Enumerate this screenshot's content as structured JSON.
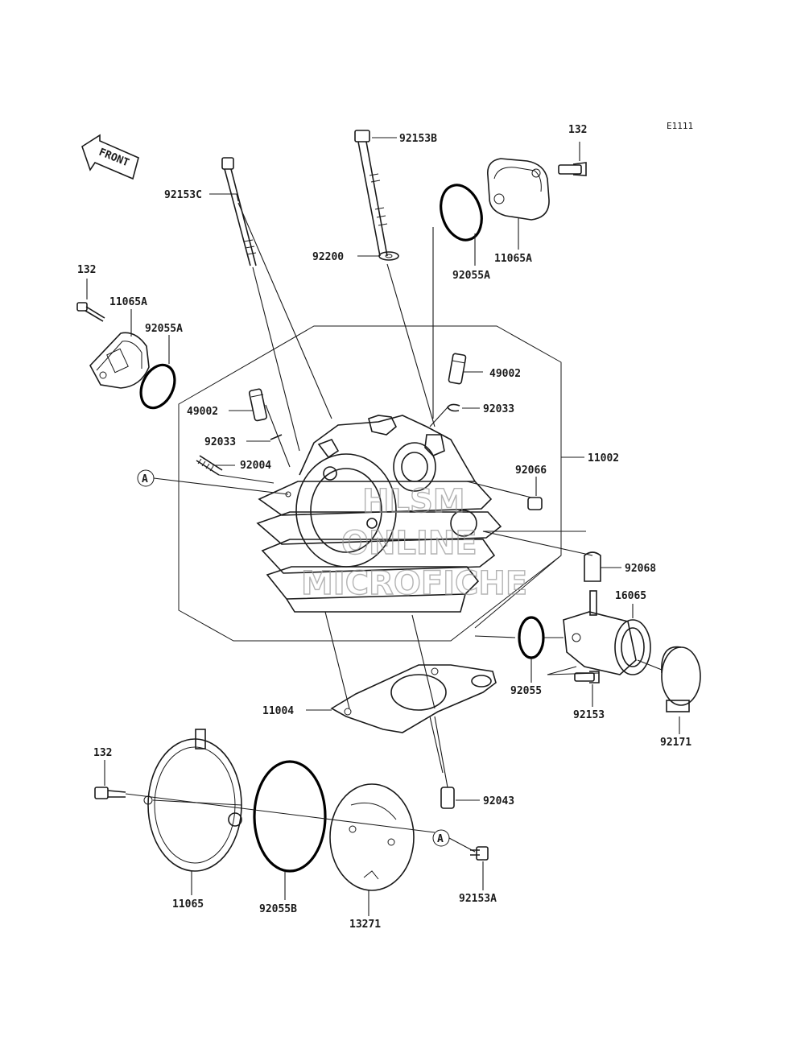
{
  "diagram": {
    "code": "E1111",
    "front_label": "FRONT",
    "ref_marker": "A",
    "watermark": [
      "HLSM",
      "ONLINE",
      "MICROFICHE"
    ],
    "parts": {
      "p92153B": "92153B",
      "p132_top": "132",
      "p92153C": "92153C",
      "p92200": "92200",
      "p92055A_right": "92055A",
      "p11065A_right": "11065A",
      "p132_left": "132",
      "p11065A_left": "11065A",
      "p92055A_left": "92055A",
      "p49002_right": "49002",
      "p92033_right": "92033",
      "p49002_left": "49002",
      "p92033_left": "92033",
      "p92004": "92004",
      "p92066": "92066",
      "p11002": "11002",
      "p92068": "92068",
      "p16065": "16065",
      "p92055": "92055",
      "p92153": "92153",
      "p92171": "92171",
      "p11004": "11004",
      "p132_bottom": "132",
      "p92043": "92043",
      "p11065": "11065",
      "p92055B": "92055B",
      "p13271": "13271",
      "p92153A": "92153A"
    }
  }
}
